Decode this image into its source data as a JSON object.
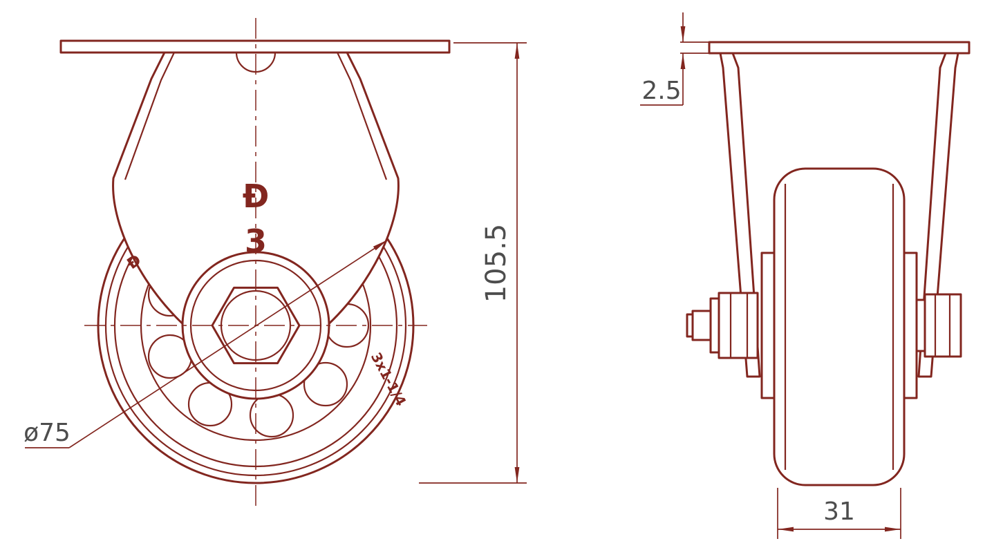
{
  "drawing": {
    "type": "caster-wheel-technical-drawing",
    "colors": {
      "line": "#82261f",
      "dim_text": "#4d4d4d",
      "background": "#ffffff"
    },
    "front_view": {
      "diameter_label": "ø75",
      "height_label": "105.5",
      "size_mark": "3",
      "logo": "Đ",
      "wheel_logo": "Đ",
      "wheel_spec": "3x1-1/4"
    },
    "side_view": {
      "plate_thickness_label": "2.5",
      "wheel_width_label": "31"
    }
  }
}
